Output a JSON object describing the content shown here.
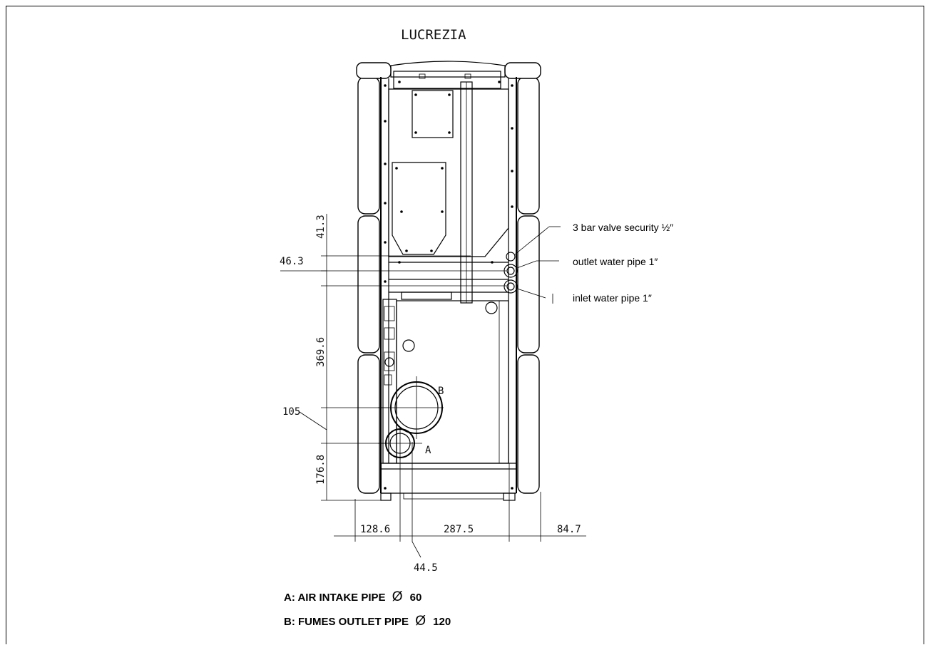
{
  "title": "LUCREZIA",
  "dimensions": {
    "d41_3": "41.3",
    "d46_3": "46.3",
    "d369_6": "369.6",
    "d105": "105",
    "d176_8": "176.8",
    "d128_6": "128.6",
    "d287_5": "287.5",
    "d84_7": "84.7",
    "d44_5": "44.5"
  },
  "pipe_labels": {
    "A": "A",
    "B": "B"
  },
  "callouts": {
    "valve": "3 bar valve security ½″",
    "outlet": "outlet water pipe 1″",
    "inlet": "inlet water pipe 1″"
  },
  "legend": {
    "a": "A: AIR INTAKE PIPE",
    "a_value": "60",
    "b": "B: FUMES OUTLET PIPE",
    "b_value": "120",
    "diameter_symbol": "Ø"
  }
}
